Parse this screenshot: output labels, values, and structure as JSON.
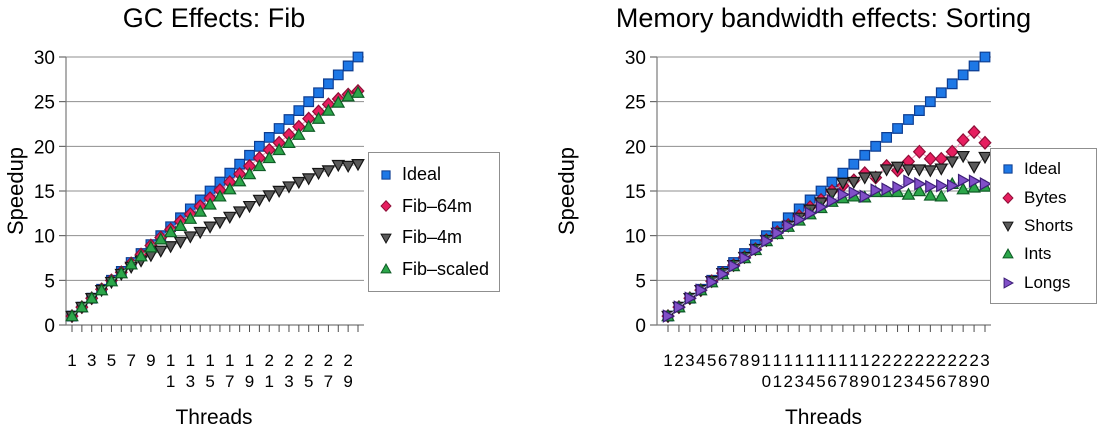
{
  "chart_data": [
    {
      "type": "scatter",
      "title": "GC Effects: Fib",
      "xlabel": "Threads",
      "ylabel": "Speedup",
      "x": [
        1,
        2,
        3,
        4,
        5,
        6,
        7,
        8,
        9,
        10,
        11,
        12,
        13,
        14,
        15,
        16,
        17,
        18,
        19,
        20,
        21,
        22,
        23,
        24,
        25,
        26,
        27,
        28,
        29,
        30
      ],
      "x_label_step": 2,
      "ylim": [
        0,
        30
      ],
      "ytick_step": 5,
      "grid": true,
      "legend_position": "right",
      "series": [
        {
          "name": "Ideal",
          "marker": "square",
          "color": "#1e78e6",
          "edge": "#0d3d91",
          "line": "#7aa8ef",
          "values": [
            1,
            2,
            3,
            4,
            5,
            6,
            7,
            8,
            9,
            10,
            11,
            12,
            13,
            14,
            15,
            16,
            17,
            18,
            19,
            20,
            21,
            22,
            23,
            24,
            25,
            26,
            27,
            28,
            29,
            30
          ]
        },
        {
          "name": "Fib–64m",
          "marker": "diamond",
          "color": "#e61e5f",
          "edge": "#8f0f38",
          "line": "#f590b4",
          "values": [
            1,
            2,
            3,
            4,
            5,
            5.9,
            6.9,
            7.9,
            8.9,
            9.8,
            10.7,
            11.6,
            12.4,
            13.3,
            14.2,
            15.1,
            16.0,
            16.9,
            17.8,
            18.7,
            19.6,
            20.4,
            21.3,
            22.2,
            23.1,
            23.9,
            24.7,
            25.3,
            25.8,
            26.2
          ]
        },
        {
          "name": "Fib–4m",
          "marker": "triangle-down",
          "color": "#5a5a5a",
          "edge": "#141414",
          "line": "#ababab",
          "values": [
            1,
            2,
            3,
            3.9,
            4.8,
            5.7,
            6.5,
            7.2,
            7.8,
            8.3,
            8.8,
            9.3,
            9.9,
            10.4,
            11.0,
            11.5,
            12.1,
            12.7,
            13.3,
            14.0,
            14.5,
            15.0,
            15.5,
            16.0,
            16.4,
            17.0,
            17.3,
            17.9,
            17.8,
            18.0
          ]
        },
        {
          "name": "Fib–scaled",
          "marker": "triangle-up",
          "color": "#2ca64a",
          "edge": "#0f5c26",
          "line": "#90d4a2",
          "values": [
            1,
            2,
            3,
            3.9,
            4.9,
            5.8,
            6.8,
            7.7,
            8.7,
            9.6,
            10.4,
            11.1,
            11.9,
            12.7,
            13.5,
            14.4,
            15.2,
            16.1,
            16.9,
            17.8,
            18.7,
            19.6,
            20.4,
            21.3,
            22.2,
            23.1,
            24.0,
            24.9,
            25.6,
            26.0
          ]
        }
      ]
    },
    {
      "type": "scatter",
      "title": "Memory bandwidth effects: Sorting",
      "xlabel": "Threads",
      "ylabel": "Speedup",
      "x": [
        1,
        2,
        3,
        4,
        5,
        6,
        7,
        8,
        9,
        10,
        11,
        12,
        13,
        14,
        15,
        16,
        17,
        18,
        19,
        20,
        21,
        22,
        23,
        24,
        25,
        26,
        27,
        28,
        29,
        30
      ],
      "x_label_step": 1,
      "ylim": [
        0,
        30
      ],
      "ytick_step": 5,
      "grid": true,
      "legend_position": "right",
      "series": [
        {
          "name": "Ideal",
          "marker": "square",
          "color": "#1e78e6",
          "edge": "#0d3d91",
          "line": "#7aa8ef",
          "values": [
            1,
            2,
            3,
            4,
            5,
            6,
            7,
            8,
            9,
            10,
            11,
            12,
            13,
            14,
            15,
            16,
            17,
            18,
            19,
            20,
            21,
            22,
            23,
            24,
            25,
            26,
            27,
            28,
            29,
            30
          ]
        },
        {
          "name": "Bytes",
          "marker": "diamond",
          "color": "#e61e5f",
          "edge": "#8f0f38",
          "line": "#f590b4",
          "values": [
            1,
            2,
            3,
            3.9,
            4.9,
            5.8,
            6.7,
            7.6,
            8.5,
            9.5,
            10.4,
            11.2,
            12.2,
            13.2,
            14.0,
            15.0,
            15.6,
            16.2,
            17.0,
            16.5,
            17.8,
            17.3,
            18.3,
            19.4,
            18.6,
            18.6,
            19.4,
            20.7,
            21.6,
            20.4
          ]
        },
        {
          "name": "Shorts",
          "marker": "triangle-down",
          "color": "#5a5a5a",
          "edge": "#141414",
          "line": "#ababab",
          "values": [
            1,
            2,
            3,
            3.9,
            4.9,
            5.8,
            6.7,
            7.6,
            8.5,
            9.5,
            10.3,
            11.1,
            12.0,
            12.9,
            13.7,
            14.7,
            15.9,
            16.0,
            16.5,
            16.6,
            17.4,
            17.7,
            17.4,
            17.4,
            17.3,
            17.5,
            18.3,
            18.9,
            17.7,
            18.8
          ]
        },
        {
          "name": "Ints",
          "marker": "triangle-up",
          "color": "#2ca64a",
          "edge": "#0f5c26",
          "line": "#90d4a2",
          "values": [
            1,
            2,
            3,
            3.9,
            4.8,
            5.7,
            6.6,
            7.5,
            8.4,
            9.4,
            10.2,
            11.0,
            11.7,
            12.4,
            13.1,
            13.8,
            14.2,
            14.4,
            14.3,
            14.9,
            14.9,
            14.9,
            14.6,
            15.0,
            14.5,
            14.4,
            15.8,
            15.2,
            15.4,
            15.5
          ]
        },
        {
          "name": "Longs",
          "marker": "triangle-right",
          "color": "#8150c8",
          "edge": "#3d1e78",
          "line": "#b9a0e0",
          "values": [
            1,
            2,
            3,
            3.9,
            4.8,
            5.7,
            6.6,
            7.5,
            8.4,
            9.4,
            10.3,
            11.1,
            11.8,
            12.5,
            13.2,
            13.9,
            14.6,
            14.8,
            14.4,
            15.1,
            15.2,
            15.4,
            16.1,
            15.8,
            15.5,
            15.6,
            15.6,
            16.2,
            16.1,
            15.8
          ]
        }
      ]
    }
  ]
}
